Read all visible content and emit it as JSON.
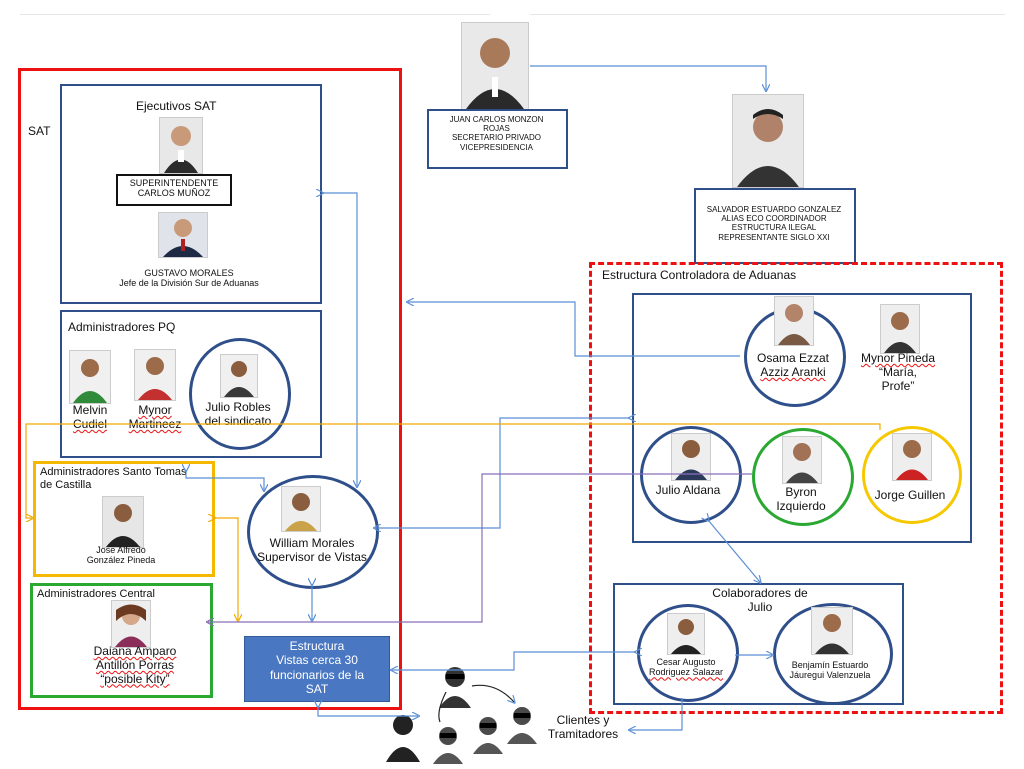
{
  "sat_label": "SAT",
  "ejecutivos": {
    "title": "Ejecutivos SAT",
    "superintendente_line1": "SUPERINTENDENTE",
    "superintendente_line2": "CARLOS MUÑOZ",
    "gustavo_line1": "GUSTAVO MORALES",
    "gustavo_line2": "Jefe de la División Sur de Aduanas"
  },
  "admin_pq": {
    "title": "Administradores PQ",
    "melvin_line1": "Melvin",
    "melvin_line2": "Cudiel",
    "mynor_line1": "Mynor",
    "mynor_line2": "Martineez",
    "julio_line1": "Julio Robles",
    "julio_line2": "del sindicato"
  },
  "admin_santo_tomas": {
    "title_line1": "Administradores Santo Tomas",
    "title_line2": "de Castilla",
    "person_line1": "Jose Alfredo",
    "person_line2": "González Pineda"
  },
  "admin_central": {
    "title": "Administradores Central",
    "person_line1": "Daiana Amparo",
    "person_line2": "Antillón Porras",
    "person_line3": "“posible Kity”"
  },
  "william": {
    "line1": "William Morales",
    "line2": "Supervisor de Vistas"
  },
  "estructura_vistas": {
    "line1": "Estructura",
    "line2": "Vistas cerca 30",
    "line3": "funcionarios de la",
    "line4": "SAT"
  },
  "juan_carlos": {
    "line1": "JUAN CARLOS MONZON",
    "line2": "ROJAS",
    "line3": "SECRETARIO PRIVADO",
    "line4": "VICEPRESIDENCIA"
  },
  "salvador": {
    "line1": "SALVADOR ESTUARDO GONZALEZ",
    "line2": "ALIAS ECO COORDINADOR",
    "line3": "ESTRUCTURA ILEGAL",
    "line4": "REPRESENTANTE SIGLO XXI"
  },
  "estructura_controladora": {
    "title": "Estructura Controladora de Aduanas",
    "osama_line1": "Osama Ezzat",
    "osama_line2": "Azziz Aranki",
    "mynor_pineda_line1": "Mynor Pineda",
    "mynor_pineda_line2": "“María,",
    "mynor_pineda_line3": "Profe”",
    "julio_aldana": "Julio Aldana",
    "byron_line1": "Byron",
    "byron_line2": "Izquierdo",
    "jorge_guillen": "Jorge Guillen"
  },
  "colaboradores": {
    "title_line1": "Colaboradores de",
    "title_line2": "Julio",
    "cesar_line1": "Cesar Augusto",
    "cesar_line2": "Rodriguez Salazar",
    "benjamin_line1": "Benjamín Estuardo",
    "benjamin_line2": "Jáuregui Valenzuela"
  },
  "clientes": {
    "line1": "Clientes y",
    "line2": "Tramitadores"
  },
  "icons": {
    "person_photo": "person-photo-icon",
    "silhouette": "person-silhouette-icon",
    "masked": "masked-person-icon"
  },
  "colors": {
    "sat_border": "#ee1111",
    "controladora_border": "#ee1111",
    "box_border": "#2f4f8a",
    "santo_tomas_border": "#f5b800",
    "central_border": "#2aa832",
    "vistas_fill": "#4a77c2",
    "arrow_blue": "#5b8fd6",
    "arrow_orange": "#f2a900",
    "arrow_purple": "#8a6fb8"
  }
}
